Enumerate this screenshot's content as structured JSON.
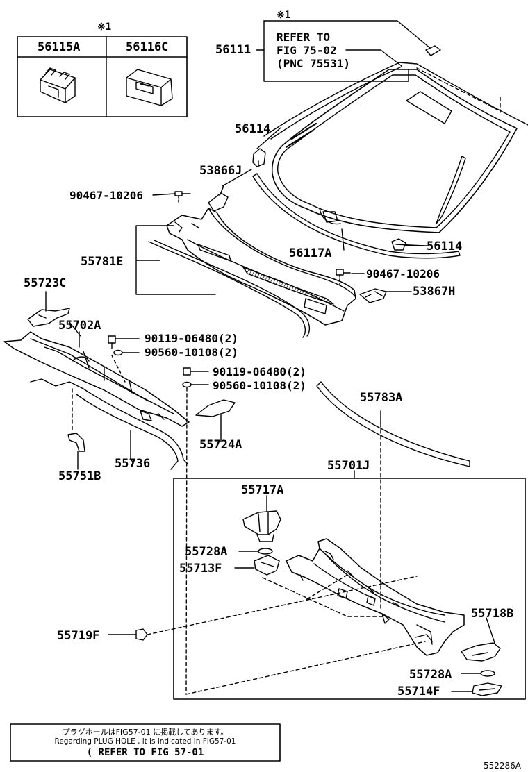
{
  "inset": {
    "mark": "※1",
    "col1": "56115A",
    "col2": "56116C"
  },
  "refer_box": {
    "mark": "※1",
    "line1": "REFER TO",
    "line2": "FIG 75-02",
    "line3": "(PNC 75531)"
  },
  "labels": {
    "p56111": "56111",
    "p56114_top": "56114",
    "p53866J": "53866J",
    "p90467_a": "90467-10206",
    "p55781E": "55781E",
    "p56117A": "56117A",
    "p56114_bot": "56114",
    "p90467_b": "90467-10206",
    "p53867H": "53867H",
    "p55723C": "55723C",
    "p55702A": "55702A",
    "p90119_a": "90119-06480(2)",
    "p90560_a": "90560-10108(2)",
    "p90119_b": "90119-06480(2)",
    "p90560_b": "90560-10108(2)",
    "p55783A": "55783A",
    "p55724A": "55724A",
    "p55736": "55736",
    "p55751B": "55751B",
    "p55701J": "55701J",
    "p55717A": "55717A",
    "p55728A_a": "55728A",
    "p55713F": "55713F",
    "p55718B": "55718B",
    "p55719F": "55719F",
    "p55728A_b": "55728A",
    "p55714F": "55714F"
  },
  "note": {
    "line1": "プラグホールはFIG57-01 に掲載してあります。",
    "line2": "Regarding  PLUG HOLE , it is indicated  in  FIG57-01",
    "line3": "( REFER TO FIG 57-01"
  },
  "figure_id": "552286A"
}
